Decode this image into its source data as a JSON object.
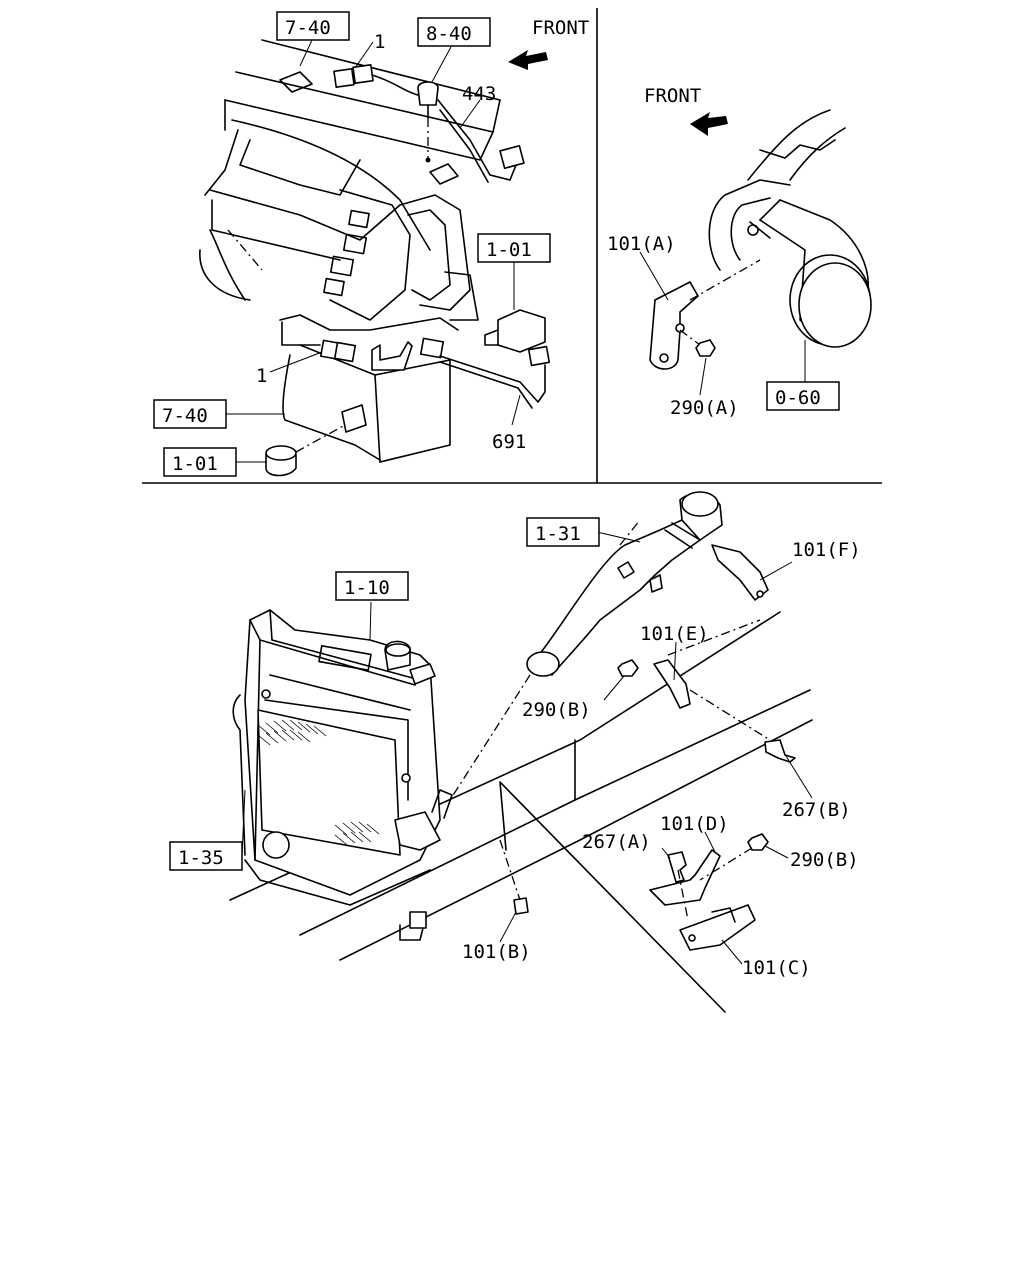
{
  "refs": {
    "r7_40_top": "7-40",
    "r8_40": "8-40",
    "r1_01_switch": "1-01",
    "r7_40_left": "7-40",
    "r1_01_bottom": "1-01",
    "r0_60": "0-60",
    "r1_31": "1-31",
    "r1_10": "1-10",
    "r1_35": "1-35"
  },
  "parts": {
    "p1_top": "1",
    "p443": "443",
    "p1_left": "1",
    "p691": "691",
    "p101a": "101(A)",
    "p290a": "290(A)",
    "p101f": "101(F)",
    "p101e": "101(E)",
    "p290b_upper": "290(B)",
    "p267b": "267(B)",
    "p101d": "101(D)",
    "p267a": "267(A)",
    "p290b_lower": "290(B)",
    "p101b": "101(B)",
    "p101c": "101(C)"
  },
  "directions": {
    "front_left": "FRONT",
    "front_right": "FRONT"
  }
}
